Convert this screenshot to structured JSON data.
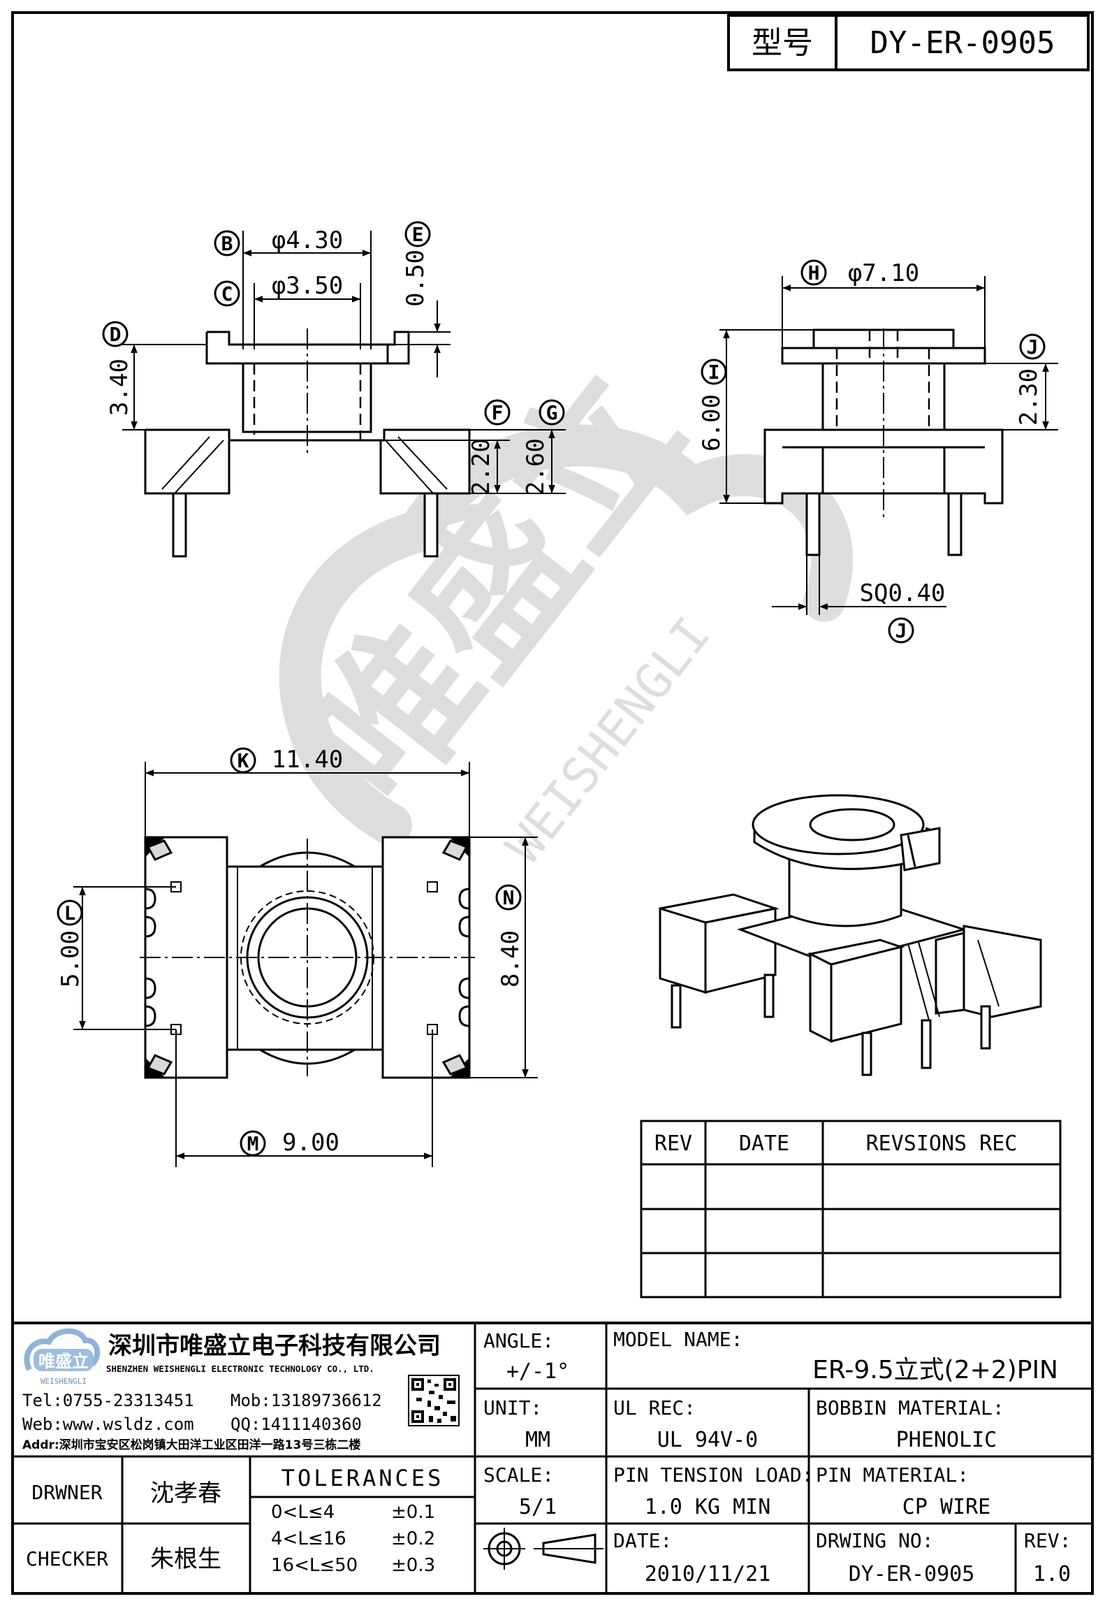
{
  "header": {
    "type_label": "型号",
    "model_code": "DY-ER-0905"
  },
  "watermark": {
    "brand_cn": "唯盛立",
    "brand_en": "WEISHENGLI"
  },
  "dimensions": {
    "b": {
      "tag": "B",
      "value": "φ4.30"
    },
    "c": {
      "tag": "C",
      "value": "φ3.50"
    },
    "d": {
      "tag": "D",
      "value": "3.40"
    },
    "e": {
      "tag": "E",
      "value": "0.50"
    },
    "f": {
      "tag": "F",
      "value": "2.20"
    },
    "g": {
      "tag": "G",
      "value": "2.60"
    },
    "h": {
      "tag": "H",
      "value": "φ7.10"
    },
    "i": {
      "tag": "I",
      "value": "6.00"
    },
    "j": {
      "tag": "J",
      "value": "2.30"
    },
    "j2": {
      "tag": "J",
      "value": "SQ0.40"
    },
    "k": {
      "tag": "K",
      "value": "11.40"
    },
    "l": {
      "tag": "L",
      "value": "5.00"
    },
    "m": {
      "tag": "M",
      "value": "9.00"
    },
    "n": {
      "tag": "N",
      "value": "8.40"
    }
  },
  "revision_table": {
    "headers": [
      "REV",
      "DATE",
      "REVSIONS REC"
    ],
    "rows": [
      [
        "",
        "",
        ""
      ],
      [
        "",
        "",
        ""
      ],
      [
        "",
        "",
        ""
      ]
    ]
  },
  "company": {
    "name_cn": "深圳市唯盛立电子科技有限公司",
    "name_en": "SHENZHEN WEISHENGLI ELECTRONIC TECHNOLOGY CO., LTD.",
    "logo_text": "唯盛立",
    "logo_sub": "WEISHENGLI",
    "tel": "Tel:0755-23313451",
    "mob": "Mob:13189736612",
    "web": "Web:www.wsldz.com",
    "qq": "QQ:1411140360",
    "addr": "Addr:深圳市宝安区松岗镇大田洋工业区田洋一路13号三栋二楼"
  },
  "title_block": {
    "angle_label": "ANGLE:",
    "angle_value": "+/-1°",
    "model_name_label": "MODEL NAME:",
    "model_name_value": "ER-9.5立式(2+2)PIN",
    "unit_label": "UNIT:",
    "unit_value": "MM",
    "ul_rec_label": "UL REC:",
    "ul_rec_value": "UL 94V-0",
    "bobbin_material_label": "BOBBIN MATERIAL:",
    "bobbin_material_value": "PHENOLIC",
    "drawer_label": "DRWNER",
    "drawer_value": "沈孝春",
    "checker_label": "CHECKER",
    "checker_value": "朱根生",
    "tolerances_label": "TOLERANCES",
    "tolerances": [
      {
        "range": "0<L≤4",
        "value": "±0.1"
      },
      {
        "range": "4<L≤16",
        "value": "±0.2"
      },
      {
        "range": "16<L≤50",
        "value": "±0.3"
      }
    ],
    "scale_label": "SCALE:",
    "scale_value": "5/1",
    "pin_tension_label": "PIN TENSION LOAD:",
    "pin_tension_value": "1.0 KG MIN",
    "pin_material_label": "PIN MATERIAL:",
    "pin_material_value": "CP WIRE",
    "date_label": "DATE:",
    "date_value": "2010/11/21",
    "drawing_no_label": "DRWING NO:",
    "drawing_no_value": "DY-ER-0905",
    "rev_label": "REV:",
    "rev_value": "1.0"
  }
}
